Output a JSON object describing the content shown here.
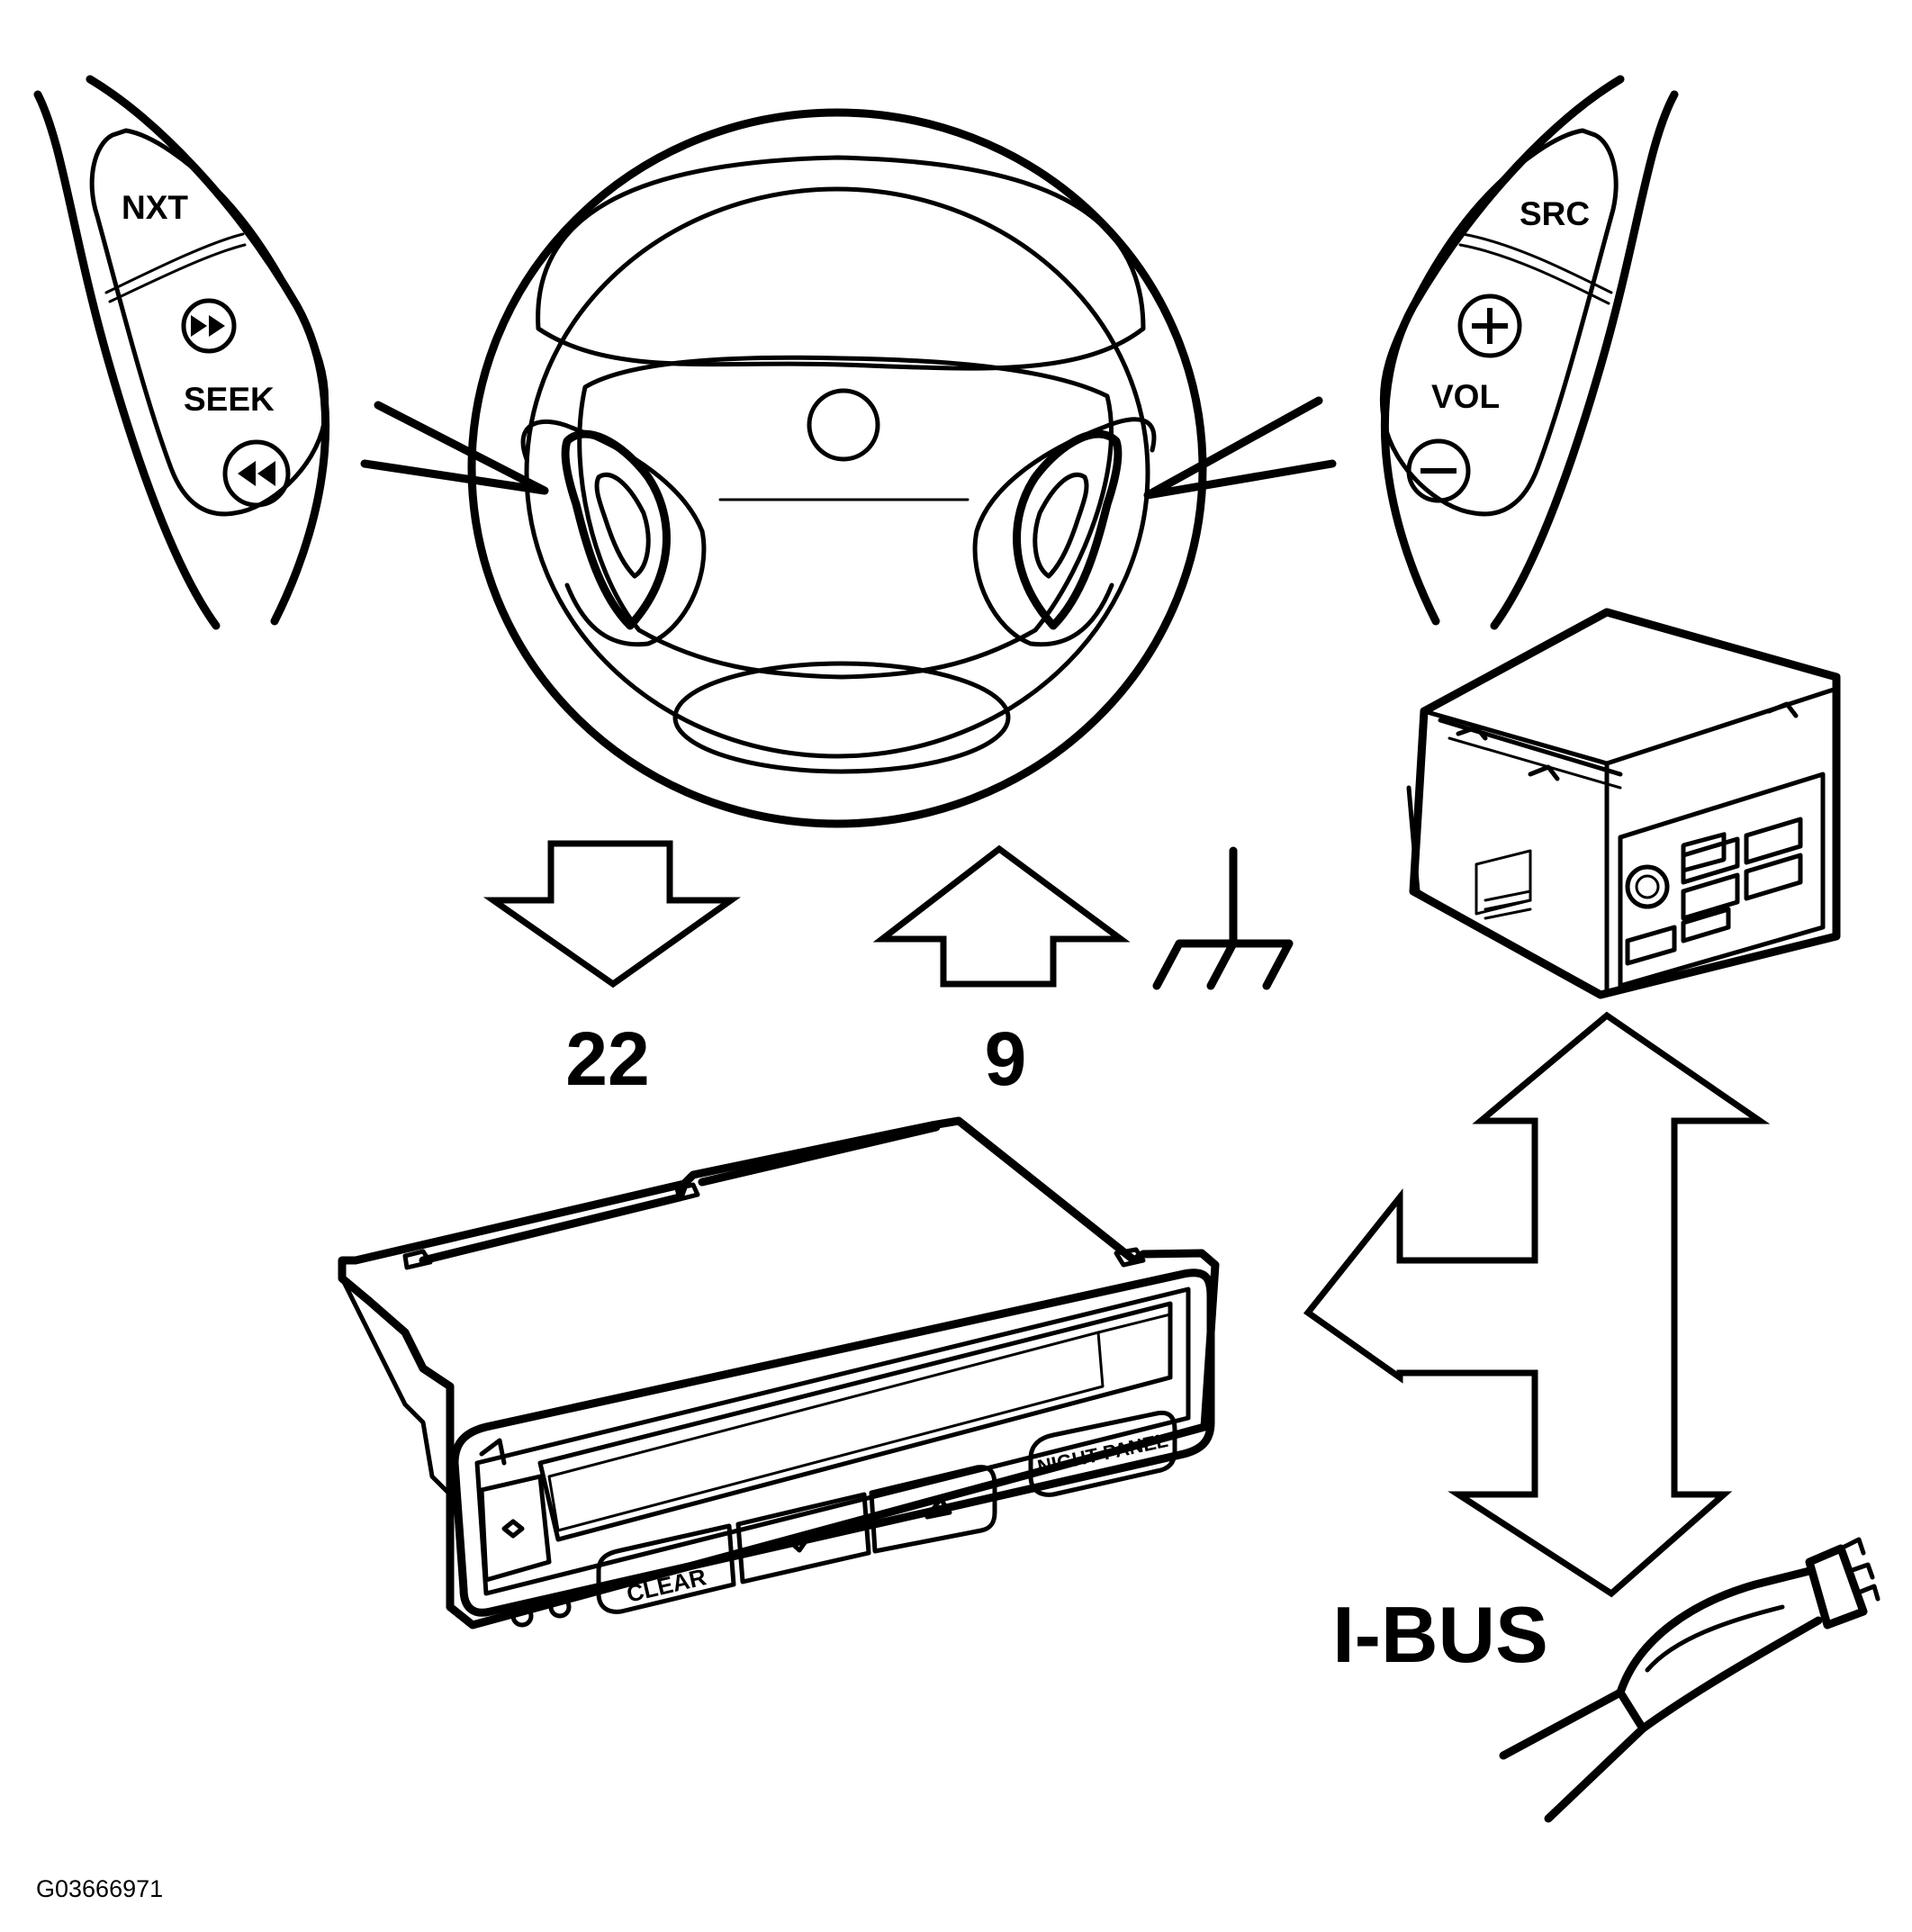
{
  "left_switch": {
    "top_button": "NXT",
    "rocker_label": "SEEK",
    "up_icon": "fast-forward-icon",
    "down_icon": "rewind-icon"
  },
  "right_switch": {
    "top_button": "SRC",
    "rocker_label": "VOL",
    "up_icon": "plus-icon",
    "down_icon": "minus-icon"
  },
  "signals": {
    "down_arrow_number": "22",
    "up_arrow_number": "9",
    "ground_icon": "ground-symbol-icon"
  },
  "display_unit": {
    "clear_button": "CLEAR",
    "night_panel_button": "NIGHT PANEL"
  },
  "bus_label": "I-BUS",
  "figure_id": "G03666971"
}
